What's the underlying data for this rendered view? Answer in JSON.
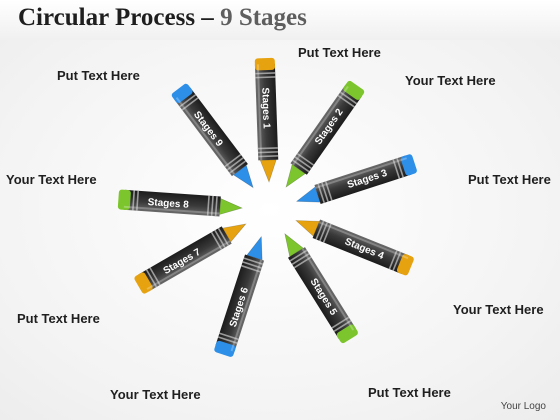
{
  "title": {
    "main": "Circular Process –",
    "sub": "9 Stages"
  },
  "logo": "Your Logo",
  "colors": {
    "background": "#ffffff",
    "crayon_body": "#3a3a3a",
    "blue": "#2e8fe8",
    "green": "#7cc52c",
    "orange": "#e6a20f"
  },
  "stages": [
    {
      "name": "Stages 1",
      "label": "Put Text Here",
      "color": "orange"
    },
    {
      "name": "Stages 2",
      "label": "Your Text Here",
      "color": "green"
    },
    {
      "name": "Stages 3",
      "label": "Put Text Here",
      "color": "blue"
    },
    {
      "name": "Stages 4",
      "label": "Your Text Here",
      "color": "orange"
    },
    {
      "name": "Stages 5",
      "label": "Put Text Here",
      "color": "green"
    },
    {
      "name": "Stages 6",
      "label": "Your Text Here",
      "color": "blue"
    },
    {
      "name": "Stages 7",
      "label": "Put Text Here",
      "color": "orange"
    },
    {
      "name": "Stages 8",
      "label": "Your Text Here",
      "color": "green"
    },
    {
      "name": "Stages 9",
      "label": "Put Text Here",
      "color": "blue"
    }
  ]
}
